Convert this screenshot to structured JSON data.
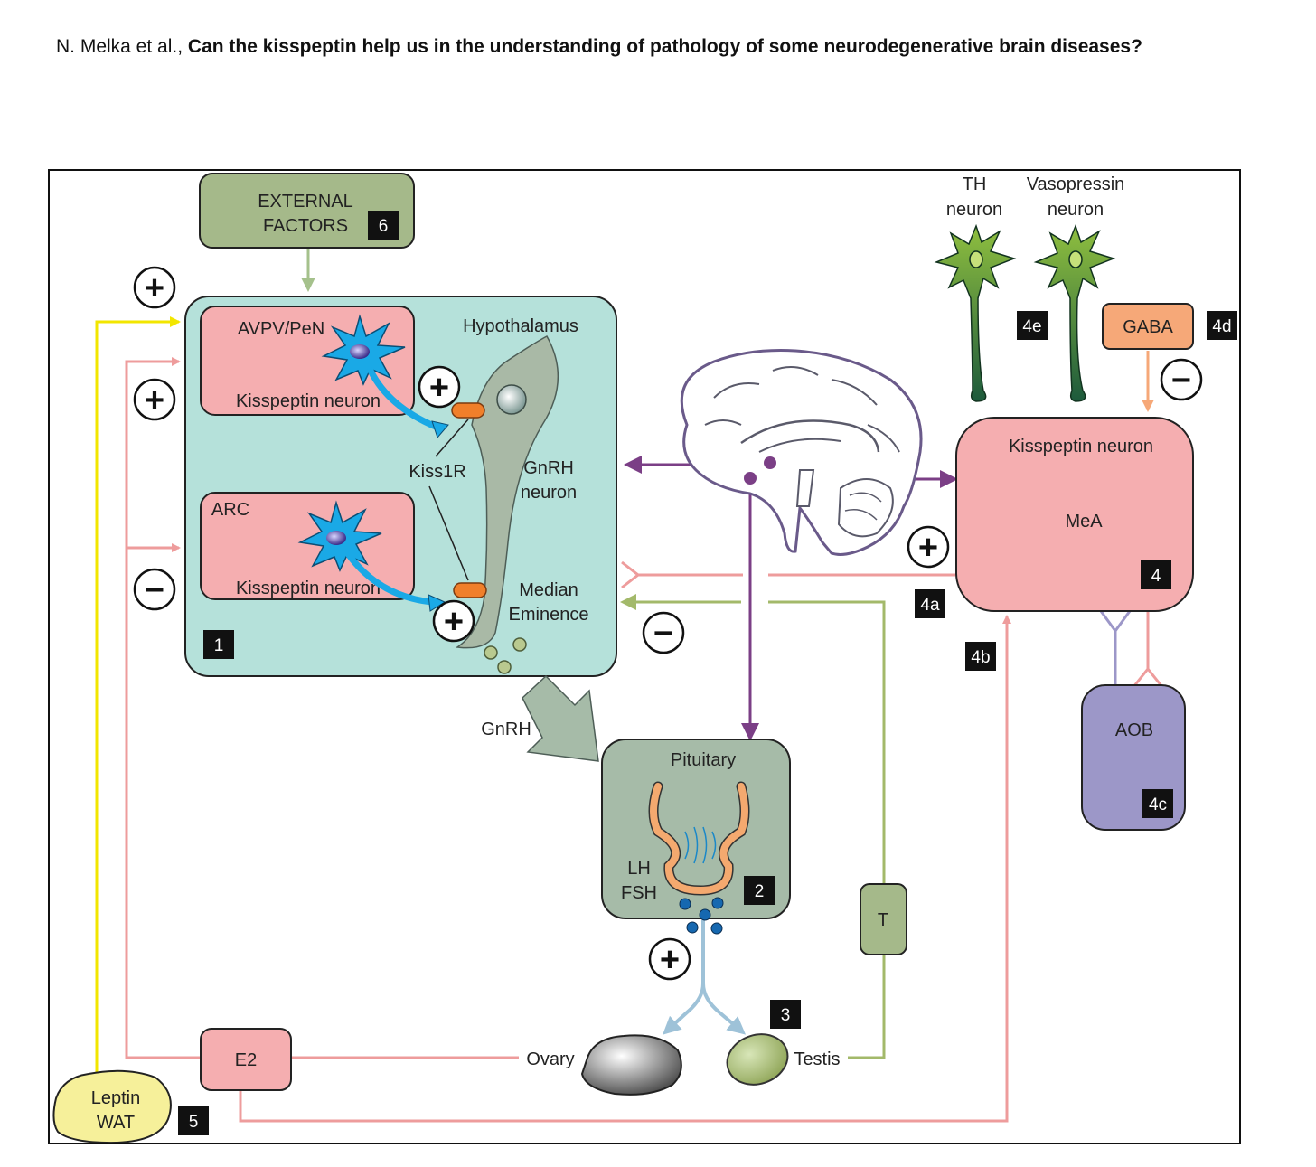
{
  "header": {
    "authors": "N. Melka et al.,",
    "title": "Can the kisspeptin help us in the understanding of pathology of some neurodegenerative brain diseases?"
  },
  "diagram": {
    "external_factors": {
      "line1": "EXTERNAL",
      "line2": "FACTORS",
      "tag": "6"
    },
    "hypothalamus": {
      "title": "Hypothalamus",
      "tag": "1",
      "avpv_label": "AVPV/PeN",
      "avpv_neuron": "Kisspeptin neuron",
      "arc_label": "ARC",
      "arc_neuron": "Kisspeptin neuron",
      "receptor": "Kiss1R",
      "gnrh_line1": "GnRH",
      "gnrh_line2": "neuron",
      "me_line1": "Median",
      "me_line2": "Eminence"
    },
    "gnrh_arrow_label": "GnRH",
    "pituitary": {
      "title": "Pituitary",
      "lh": "LH",
      "fsh": "FSH",
      "tag": "2"
    },
    "gonads": {
      "ovary": "Ovary",
      "testis": "Testis",
      "tag": "3"
    },
    "testosterone": "T",
    "e2": "E2",
    "leptin": {
      "line1": "Leptin",
      "line2": "WAT",
      "tag": "5"
    },
    "mea": {
      "neuron": "Kisspeptin neuron",
      "region": "MeA",
      "tag": "4"
    },
    "tags_4": {
      "a": "4a",
      "b": "4b",
      "c": "4c",
      "d": "4d",
      "e": "4e"
    },
    "aob": "AOB",
    "gaba": "GABA",
    "th_neuron": {
      "line1": "TH",
      "line2": "neuron"
    },
    "vaso_neuron": {
      "line1": "Vasopressin",
      "line2": "neuron"
    },
    "signs": {
      "plus": "+",
      "minus": "−"
    }
  },
  "colors": {
    "hypothalamus_fill": "#b5e1da",
    "pink_box": "#f5aeb0",
    "olive_box": "#a5b98a",
    "pituitary_fill": "#a6bba8",
    "aob_fill": "#9c97c8",
    "gaba_fill": "#f6a878",
    "yellow_line": "#f2e600",
    "pink_line": "#ee9c9c",
    "olive_line": "#a3b96a",
    "purple_line": "#7b3f86",
    "neuron_blue": "#1aa9e6"
  }
}
